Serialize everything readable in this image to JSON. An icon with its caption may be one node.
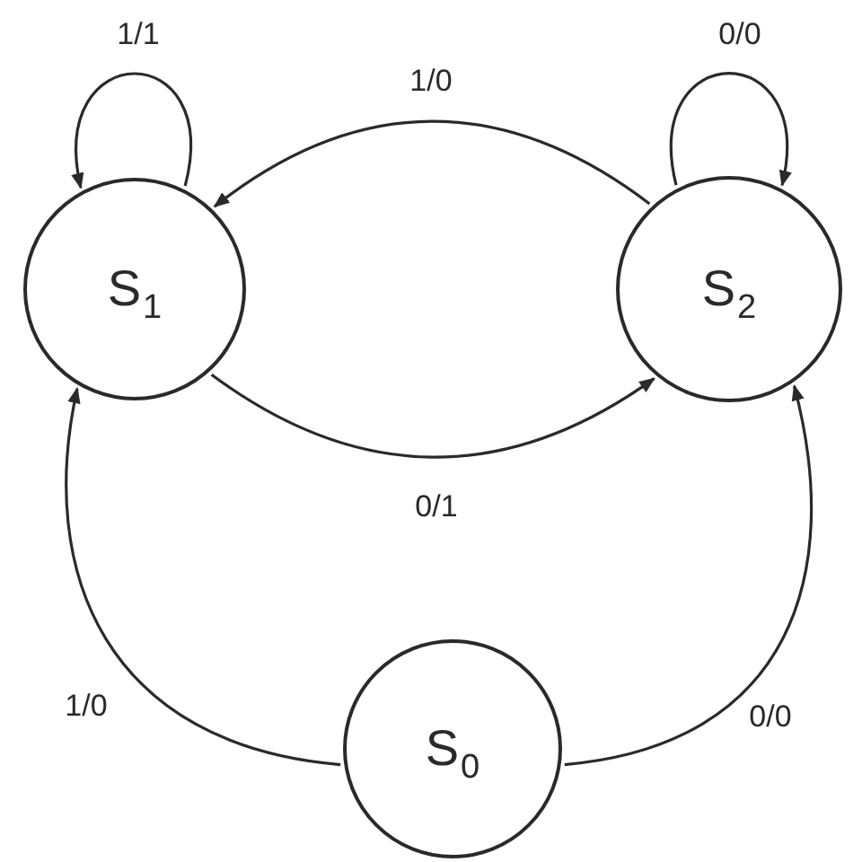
{
  "diagram": {
    "nodes": [
      {
        "text": [
          "S$_{1}$"
        ]
      },
      {
        "text": [
          "S$_{2}$"
        ]
      },
      {
        "text": [
          "S$_{0}$"
        ]
      }
    ],
    "edges": [
      {
        "from": 0,
        "to": 0,
        "label": "1/1",
        "arrow": "to"
      },
      {
        "from": 1,
        "to": 1,
        "label": "0/0",
        "arrow": "to"
      },
      {
        "from": 1,
        "to": 0,
        "label": "1/0",
        "arrow": "to"
      },
      {
        "from": 0,
        "to": 1,
        "label": "0/1",
        "arrow": "to"
      },
      {
        "from": 2,
        "to": 0,
        "label": "1/0",
        "arrow": "to"
      },
      {
        "from": 2,
        "to": 1,
        "label": "0/0",
        "arrow": "to"
      }
    ]
  }
}
